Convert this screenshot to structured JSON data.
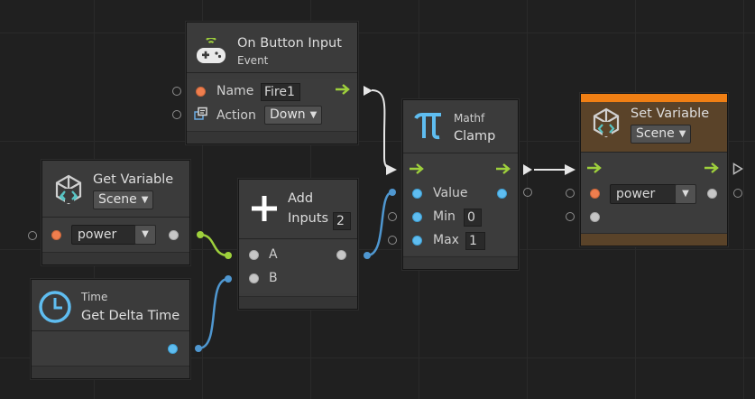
{
  "nodes": {
    "on_button_input": {
      "title": "On Button Input",
      "subtitle": "Event",
      "accent": "#8bc34a",
      "name_label": "Name",
      "name_value": "Fire1",
      "action_label": "Action",
      "action_value": "Down"
    },
    "get_variable": {
      "title": "Get Variable",
      "scope": "Scene",
      "accent": "#2a7f7f",
      "variable": "power"
    },
    "get_delta_time": {
      "category": "Time",
      "title": "Get Delta Time"
    },
    "add_inputs": {
      "title": "Add",
      "inputs_label": "Inputs",
      "inputs_count": "2",
      "port_a": "A",
      "port_b": "B"
    },
    "mathf_clamp": {
      "category": "Mathf",
      "title": "Clamp",
      "value_label": "Value",
      "min_label": "Min",
      "min_value": "0",
      "max_label": "Max",
      "max_value": "1"
    },
    "set_variable": {
      "title": "Set Variable",
      "scope": "Scene",
      "accent": "#f07f14",
      "variable": "power"
    }
  },
  "icons": {
    "gamepad": "gamepad-icon",
    "unity_variable": "unity-variable-icon",
    "clock": "clock-icon",
    "plus": "plus-icon",
    "pi": "pi-icon",
    "action": "action-icon"
  },
  "colors": {
    "canvas": "#202020",
    "node": "#3b3b3b",
    "flow_arrow": "#9ed03c",
    "float_port": "#5fbdf0",
    "string_port": "#ef7e4e",
    "wire_green": "#9ed03c",
    "wire_blue": "#4f97d0",
    "wire_white": "#e6e6e6"
  }
}
